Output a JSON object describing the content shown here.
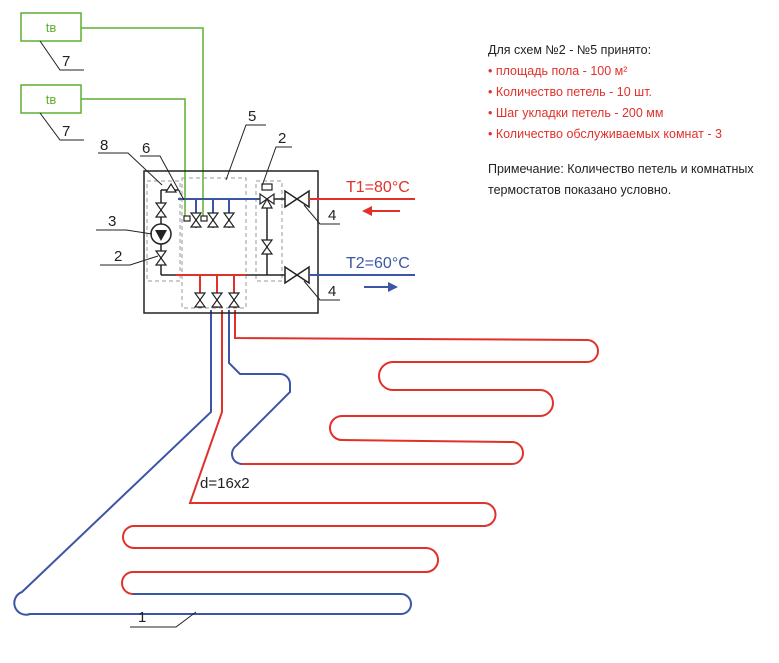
{
  "notes": {
    "heading": "Для схем №2 - №5 принято:",
    "items": [
      "• площадь пола - 100 м²",
      "• Количество петель - 10 шт.",
      "• Шаг укладки петель - 200 мм",
      "• Количество обслуживаемых комнат - 3"
    ],
    "remark_line1": "Примечание: Количество петель и комнатных",
    "remark_line2": "термостатов показано условно."
  },
  "thermostats": {
    "label_top": "tв",
    "label_bottom": "tв"
  },
  "callouts": {
    "c7a": "7",
    "c7b": "7",
    "c8": "8",
    "c6": "6",
    "c5": "5",
    "c2a": "2",
    "c3": "3",
    "c2b": "2",
    "c4a": "4",
    "c4b": "4",
    "c1": "1"
  },
  "flows": {
    "supply": "T1=80°C",
    "return": "T2=60°C"
  },
  "pipe_label": "d=16x2",
  "colors": {
    "supply": "#e0312b",
    "return": "#3b56a6",
    "thermostat": "#5cb031",
    "line": "#222222",
    "dashed": "#9a9a9a"
  }
}
